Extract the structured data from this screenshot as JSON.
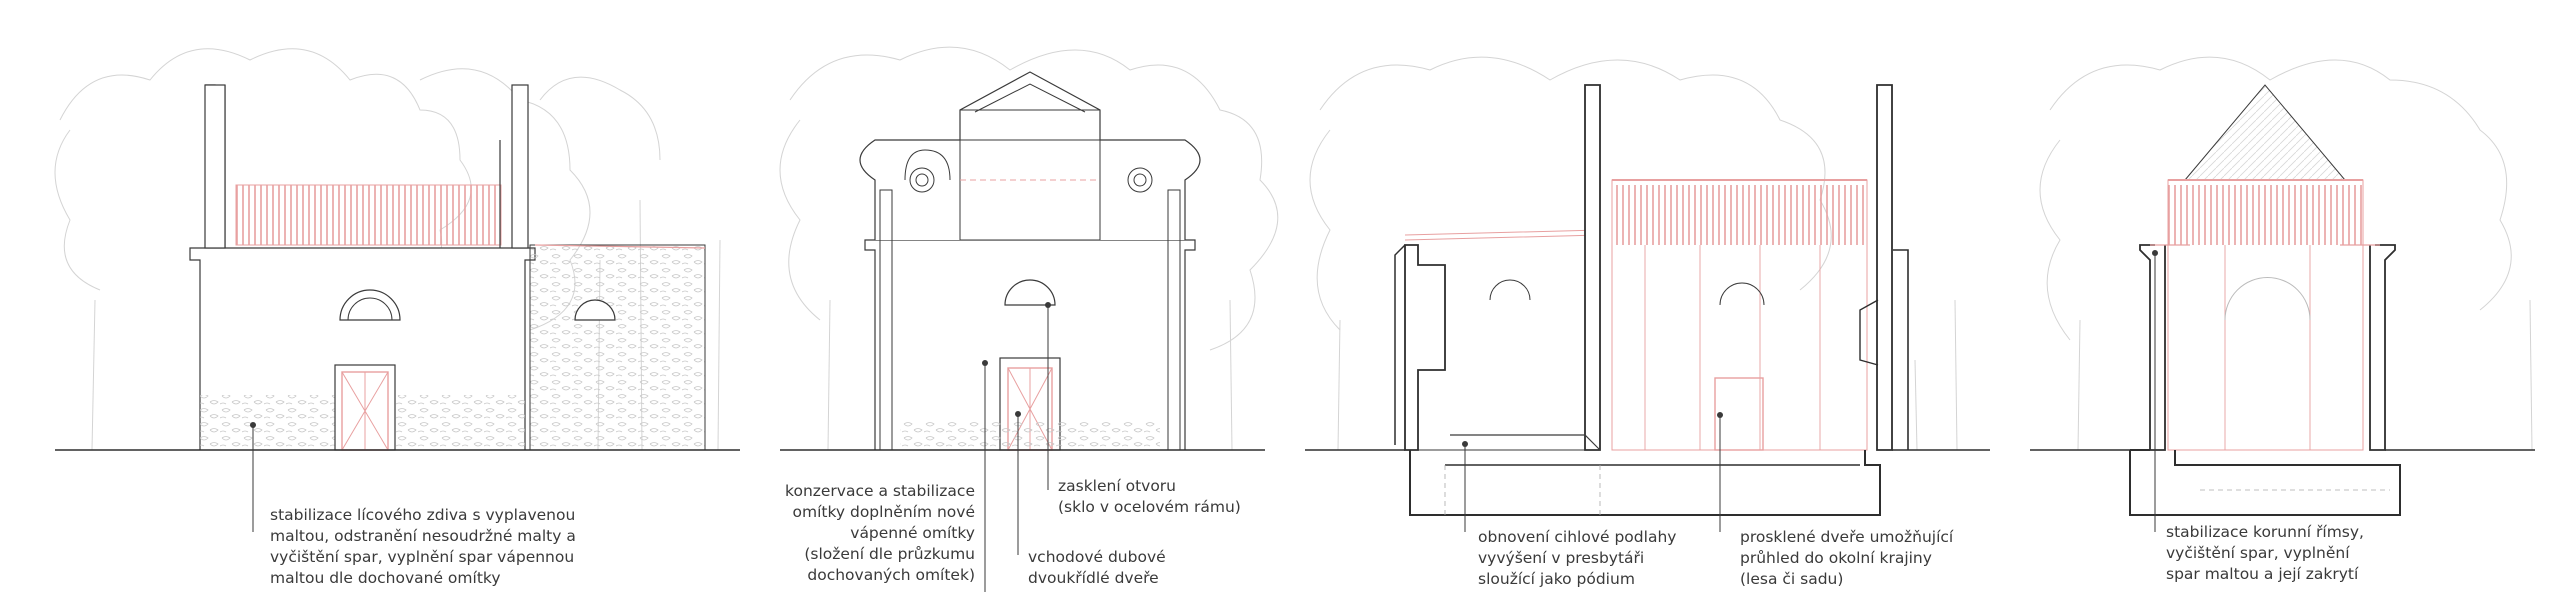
{
  "colors": {
    "line": "#3a3a3a",
    "accent": "#e8a0a0",
    "tree": "#cfcfcf",
    "ground": "#2e2e2e"
  },
  "panels": [
    {
      "name": "side-elevation",
      "notes": [
        {
          "id": "n1",
          "lines": [
            "stabilizace lícového zdiva s vyplavenou",
            "maltou, odstranění nesoudržné malty a",
            "vyčištění spar, vyplnění spar vápennou",
            "maltou dle dochované omítky"
          ]
        }
      ]
    },
    {
      "name": "front-elevation",
      "notes": [
        {
          "id": "n2",
          "lines": [
            "konzervace a stabilizace",
            "omítky doplněním nové",
            "vápenné omítky",
            "(složení dle průzkumu",
            "dochovaných omítek)"
          ]
        },
        {
          "id": "n3",
          "lines": [
            "zasklení otvoru",
            "(sklo v ocelovém rámu)"
          ]
        },
        {
          "id": "n4",
          "lines": [
            "vchodové dubové",
            "dvoukřídlé dveře"
          ]
        }
      ]
    },
    {
      "name": "longitudinal-section",
      "notes": [
        {
          "id": "n5",
          "lines": [
            "obnovení cihlové podlahy",
            "vyvýšení v presbytáři",
            "sloužící jako pódium"
          ]
        },
        {
          "id": "n6",
          "lines": [
            "prosklené dveře umožňující",
            "průhled do okolní krajiny",
            "(lesa či sadu)"
          ]
        }
      ]
    },
    {
      "name": "cross-section",
      "notes": [
        {
          "id": "n7",
          "lines": [
            "stabilizace korunní římsy,",
            "vyčištění spar, vyplnění",
            "spar maltou a její zakrytí"
          ]
        }
      ]
    }
  ]
}
